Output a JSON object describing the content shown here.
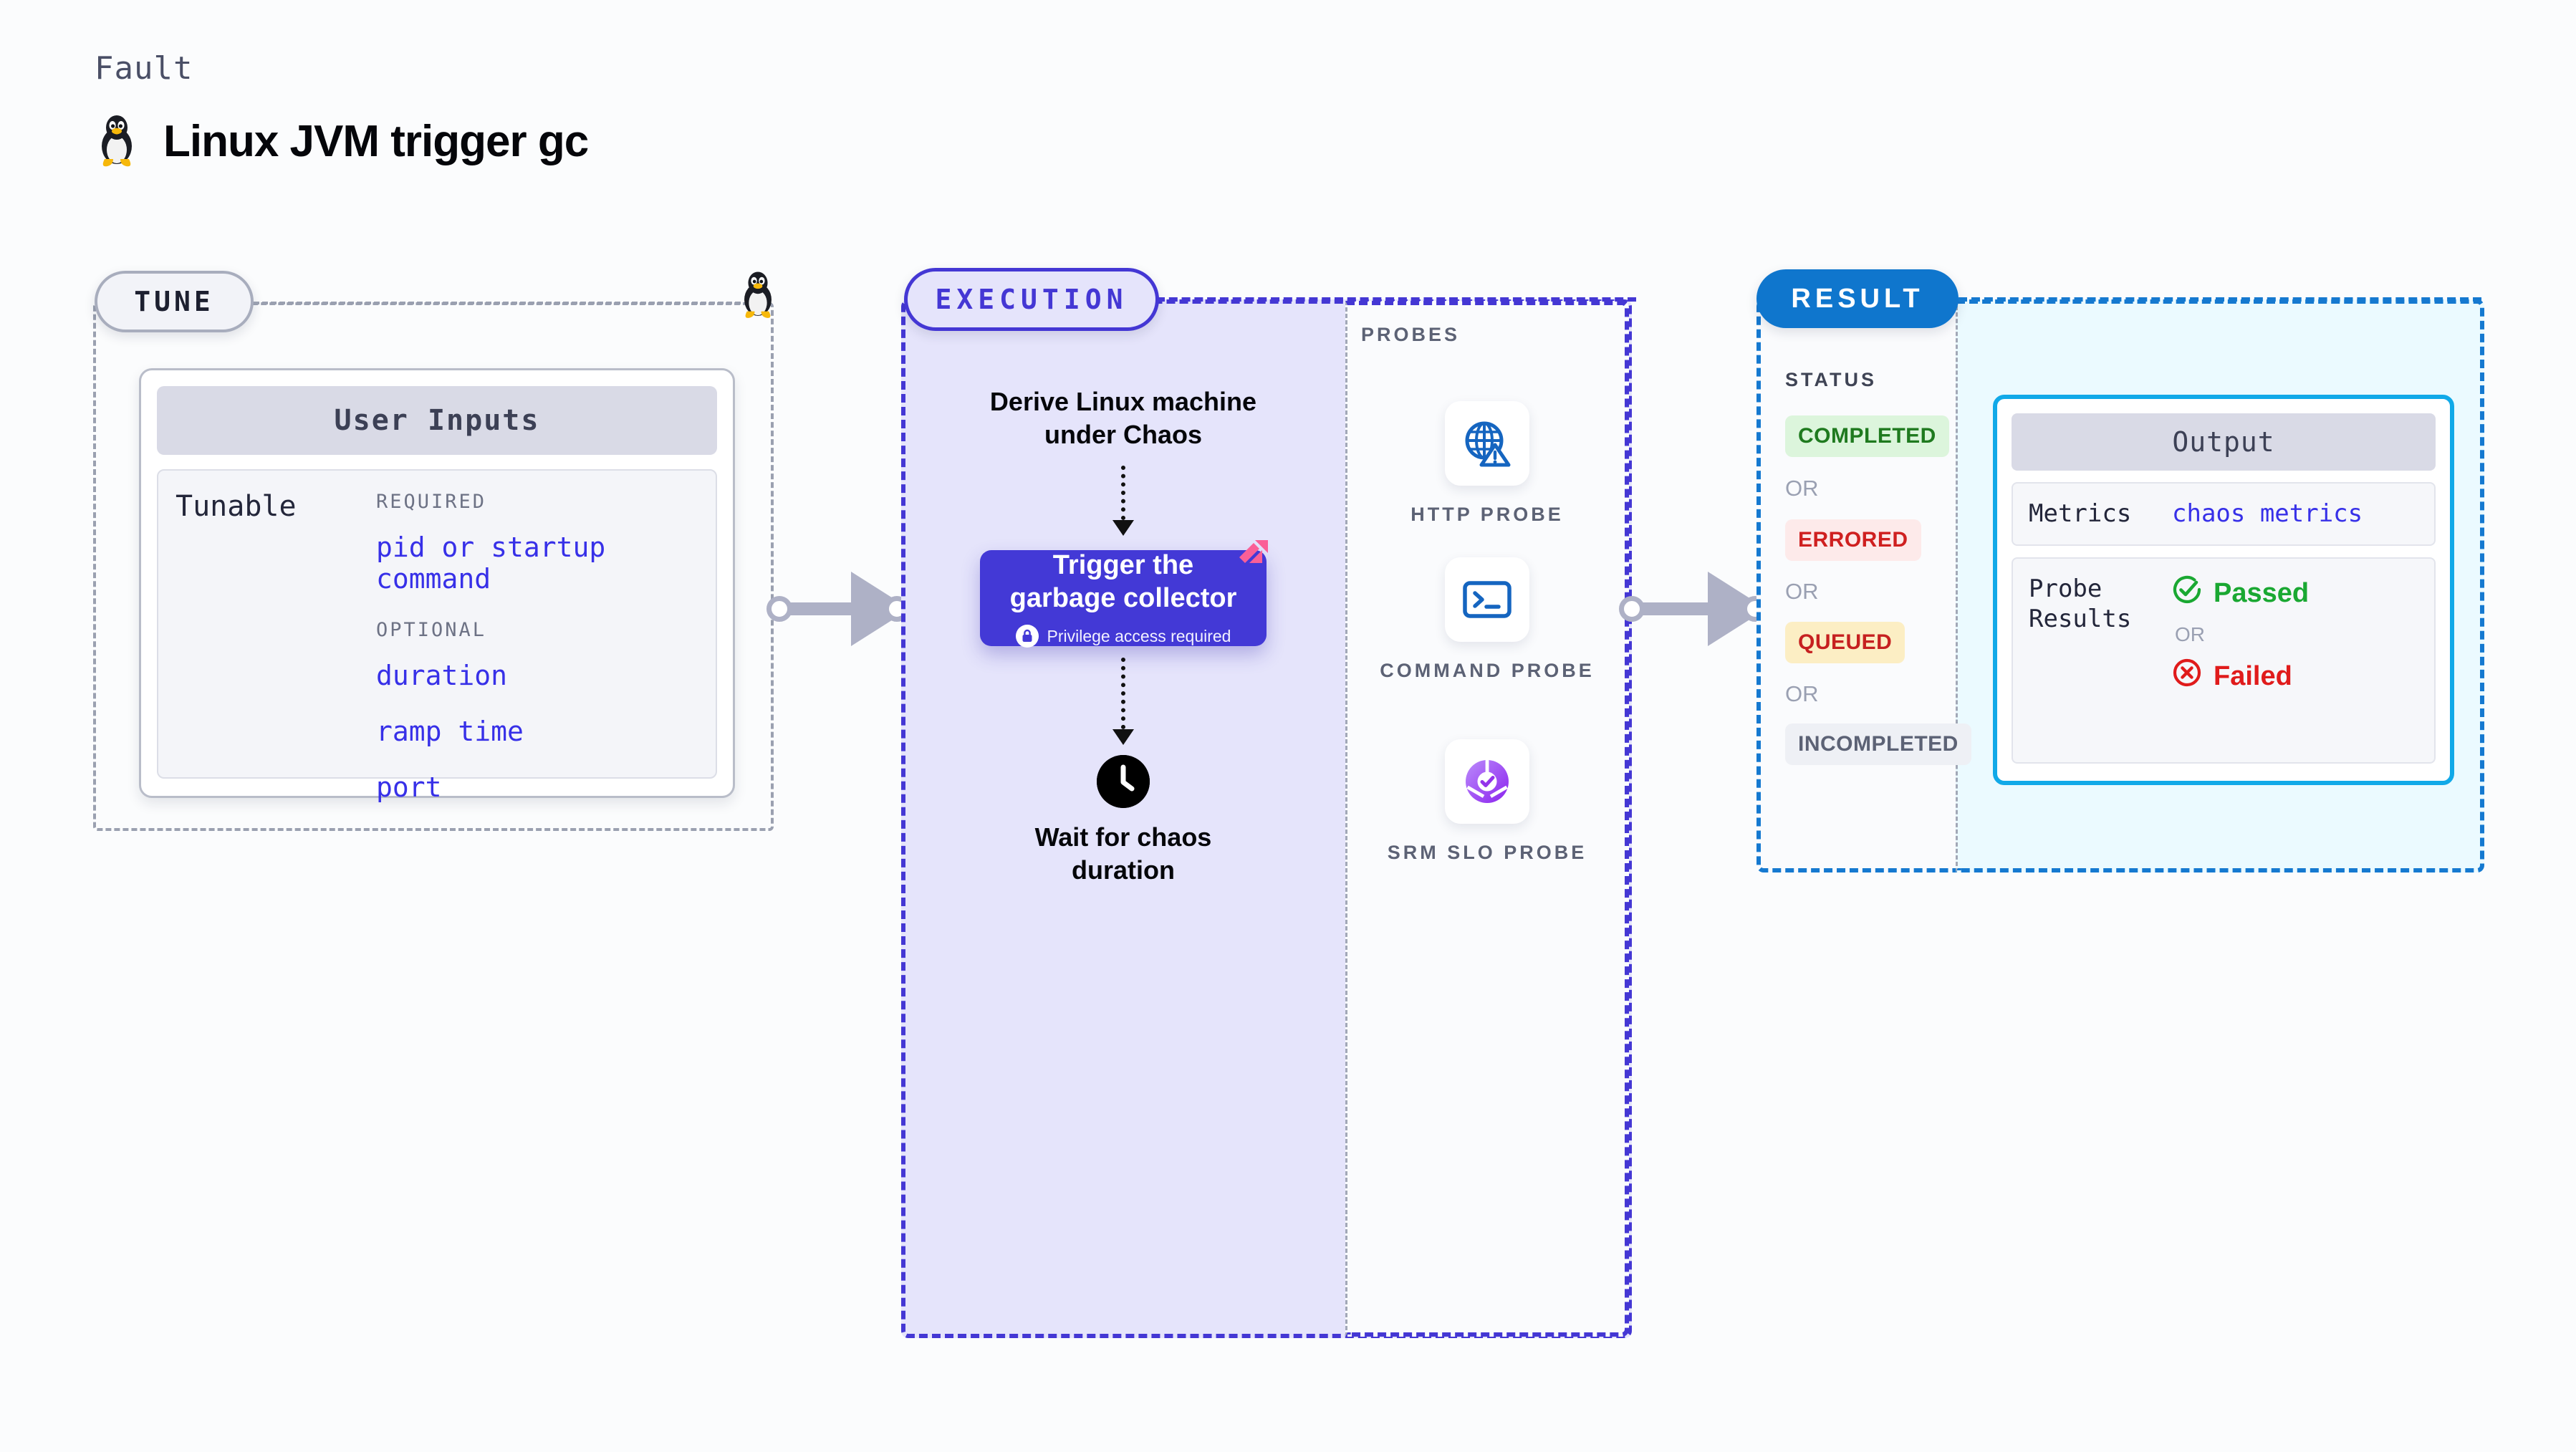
{
  "header": {
    "eyebrow": "Fault",
    "title": "Linux JVM trigger gc",
    "icon": "linux-penguin-icon"
  },
  "tune": {
    "pill_label": "TUNE",
    "marker_icon": "linux-penguin-icon",
    "card": {
      "header": "User Inputs",
      "row_label": "Tunable",
      "groups": [
        {
          "label": "REQUIRED",
          "items": [
            "pid or startup command"
          ]
        },
        {
          "label": "OPTIONAL",
          "items": [
            "duration",
            "ramp time",
            "port"
          ]
        }
      ]
    }
  },
  "execution": {
    "pill_label": "EXECUTION",
    "step_1": "Derive Linux machine\nunder Chaos",
    "card": {
      "title": "Trigger the\ngarbage collector",
      "privilege_note": "Privilege access required",
      "privilege_icon": "lock-icon",
      "ribbon_icon": "litmus-logo-icon",
      "color": "#4339d6"
    },
    "step_3": {
      "icon": "clock-icon",
      "label": "Wait for chaos\nduration"
    }
  },
  "probes": {
    "title": "PROBES",
    "items": [
      {
        "label": "HTTP PROBE",
        "icon": "globe-warning-icon",
        "color": "#1565c0"
      },
      {
        "label": "COMMAND PROBE",
        "icon": "terminal-icon",
        "color": "#1565c0"
      },
      {
        "label": "SRM SLO PROBE",
        "icon": "slo-donut-check-icon",
        "color": "#9333ea"
      }
    ]
  },
  "result": {
    "pill_label": "RESULT",
    "status_title": "STATUS",
    "or_label": "OR",
    "statuses": [
      {
        "label": "COMPLETED",
        "bg": "#dcf5dc",
        "fg": "#1f7a1f"
      },
      {
        "label": "ERRORED",
        "bg": "#fdeaea",
        "fg": "#cf2020"
      },
      {
        "label": "QUEUED",
        "bg": "#fceec4",
        "fg": "#c62020"
      },
      {
        "label": "INCOMPLETED",
        "bg": "#eef0f5",
        "fg": "#5c6275"
      }
    ],
    "output": {
      "header": "Output",
      "metrics_key": "Metrics",
      "metrics_value": "chaos metrics",
      "probe_results_key": "Probe\nResults",
      "passed_label": "Passed",
      "passed_icon": "check-circle-icon",
      "passed_color": "#1aa832",
      "failed_label": "Failed",
      "failed_icon": "x-circle-icon",
      "failed_color": "#e01b1b",
      "or_label": "OR"
    }
  },
  "connectors": {
    "arrow_1": "tune-to-execution-arrow",
    "arrow_2": "execution-to-result-arrow"
  }
}
